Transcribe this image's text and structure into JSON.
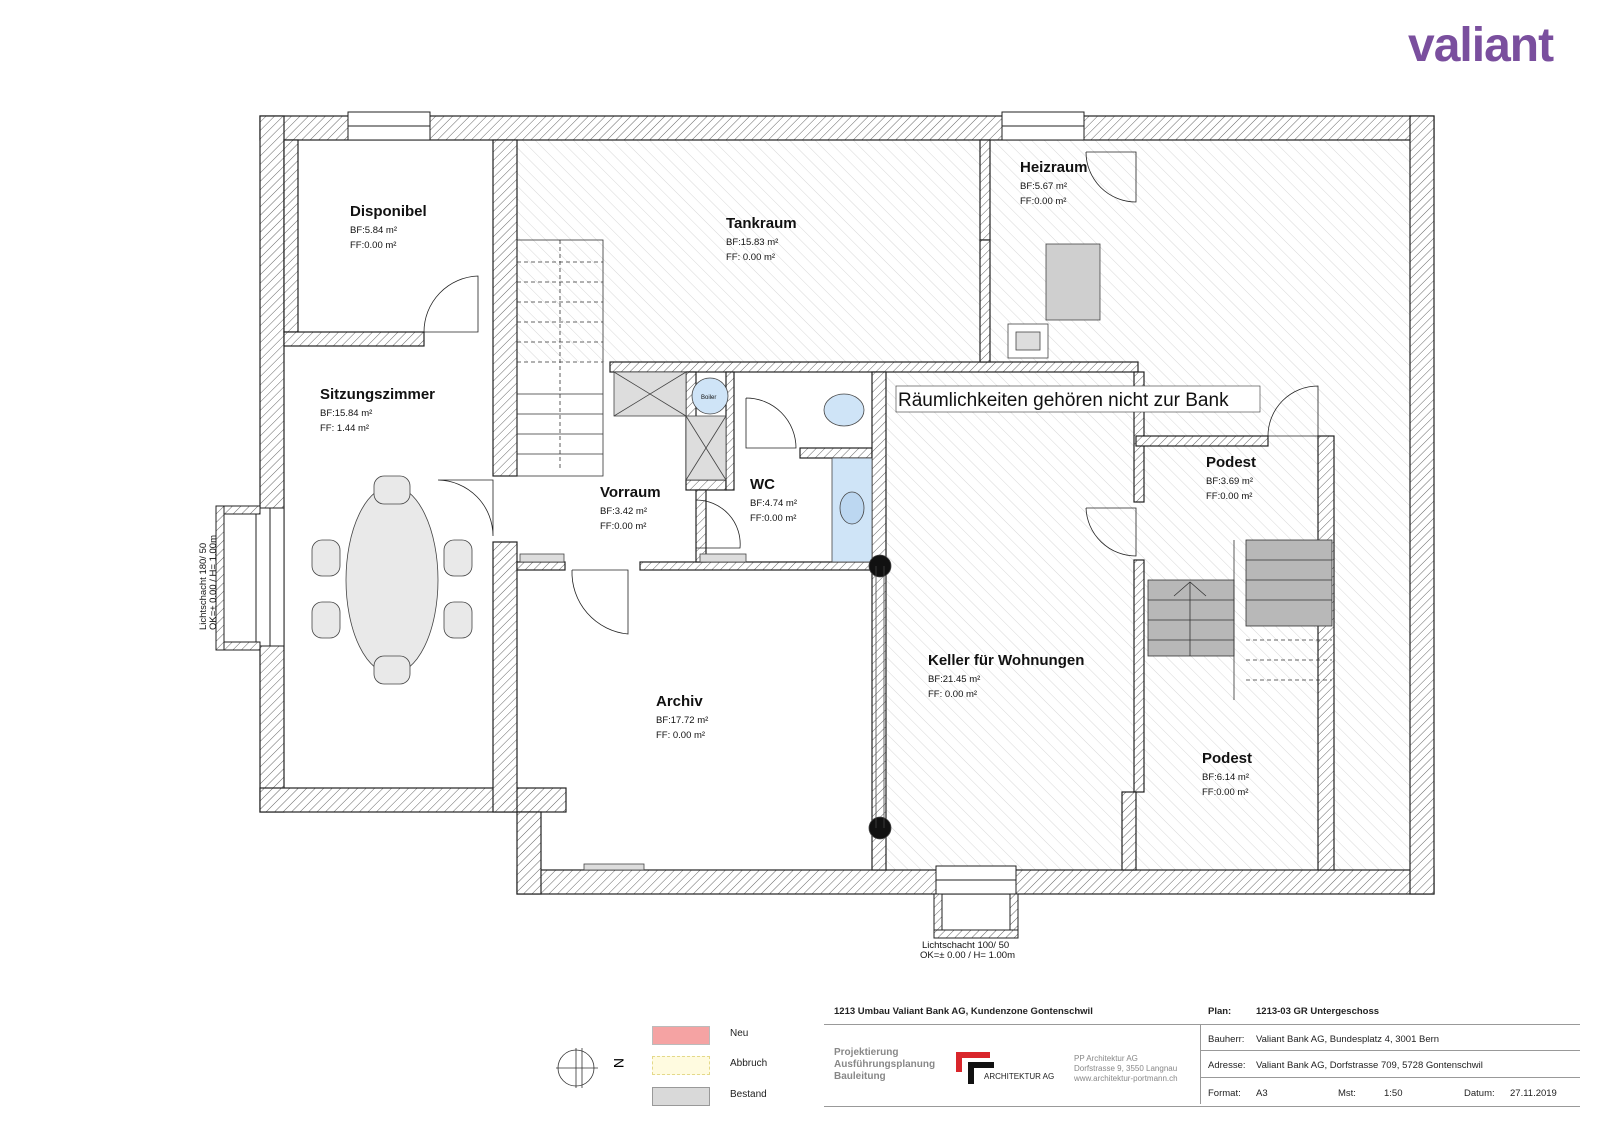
{
  "brand": {
    "logo": "valiant",
    "color": "#7a4f9e"
  },
  "rooms": [
    {
      "id": "disponibel",
      "name": "Disponibel",
      "bf": "BF:5.84 m²",
      "ff": "FF:0.00 m²"
    },
    {
      "id": "tankraum",
      "name": "Tankraum",
      "bf": "BF:15.83 m²",
      "ff": "FF:  0.00 m²"
    },
    {
      "id": "heizraum",
      "name": "Heizraum",
      "bf": "BF:5.67 m²",
      "ff": "FF:0.00 m²"
    },
    {
      "id": "sitzungszimmer",
      "name": "Sitzungszimmer",
      "bf": "BF:15.84 m²",
      "ff": "FF:  1.44 m²"
    },
    {
      "id": "vorraum",
      "name": "Vorraum",
      "bf": "BF:3.42 m²",
      "ff": "FF:0.00 m²"
    },
    {
      "id": "wc",
      "name": "WC",
      "bf": "BF:4.74 m²",
      "ff": "FF:0.00 m²"
    },
    {
      "id": "podest1",
      "name": "Podest",
      "bf": "BF:3.69 m²",
      "ff": "FF:0.00 m²"
    },
    {
      "id": "keller",
      "name": "Keller für Wohnungen",
      "bf": "BF:21.45 m²",
      "ff": "FF:  0.00 m²"
    },
    {
      "id": "archiv",
      "name": "Archiv",
      "bf": "BF:17.72 m²",
      "ff": "FF:  0.00 m²"
    },
    {
      "id": "podest2",
      "name": "Podest",
      "bf": "BF:6.14 m²",
      "ff": "FF:0.00 m²"
    }
  ],
  "notes": {
    "not_bank": "Räumlichkeiten gehören nicht zur Bank",
    "boiler": "Boiler",
    "lichtschacht_left_1": "Lichtschacht  180/  50",
    "lichtschacht_left_2": "OK=±  0.00 / H= 1.00m",
    "lichtschacht_bottom_1": "Lichtschacht  100/  50",
    "lichtschacht_bottom_2": "OK=±  0.00 / H= 1.00m"
  },
  "legend": {
    "north": "N",
    "items": [
      {
        "label": "Neu",
        "color": "#f5a3a3"
      },
      {
        "label": "Abbruch",
        "color": "#fffbe0"
      },
      {
        "label": "Bestand",
        "color": "#d9d9d9"
      }
    ]
  },
  "title_block": {
    "project": "1213 Umbau Valiant Bank AG, Kundenzone Gontenschwil",
    "plan_label": "Plan:",
    "plan_value": "1213-03 GR Untergeschoss",
    "services": [
      "Projektierung",
      "Ausführungsplanung",
      "Bauleitung"
    ],
    "architect_logo_text": "ARCHITEKTUR AG",
    "architect_lines": [
      "PP Architektur AG",
      "Dorfstrasse 9, 3550 Langnau",
      "www.architektur-portmann.ch"
    ],
    "bauherr_label": "Bauherr:",
    "bauherr_value": "Valiant Bank AG, Bundesplatz 4, 3001 Bern",
    "adresse_label": "Adresse:",
    "adresse_value": "Valiant Bank AG, Dorfstrasse 709, 5728 Gontenschwil",
    "format_label": "Format:",
    "format_value": "A3",
    "mst_label": "Mst:",
    "mst_value": "1:50",
    "datum_label": "Datum:",
    "datum_value": "27.11.2019"
  }
}
